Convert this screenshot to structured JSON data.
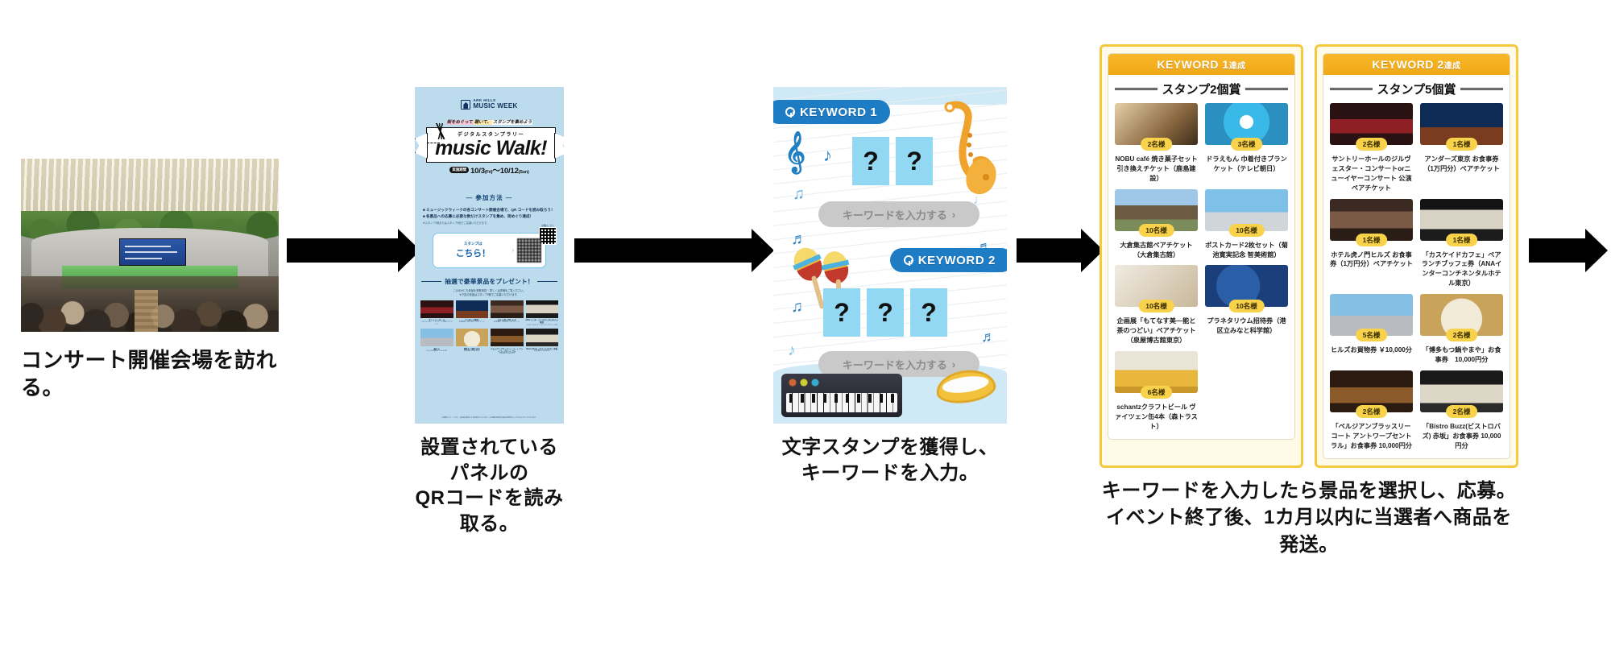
{
  "steps": [
    {
      "caption": "コンサート開催会場を訪れる。"
    },
    {
      "caption_line1": "設置されているパネルの",
      "caption_line2": "QRコードを読み取る。"
    },
    {
      "caption_line1": "文字スタンプを獲得し、",
      "caption_line2": "キーワードを入力。"
    },
    {
      "caption_line1": "キーワードを入力したら景品を選択し、応募。",
      "caption_line2": "イベント終了後、1カ月以内に当選者へ商品を発送。"
    }
  ],
  "poster": {
    "brand_line1": "ARK HILLS",
    "brand_line2": "MUSIC WEEK",
    "tagline_a": "街をめぐって",
    "tagline_b": "聴いて、",
    "tagline_c": "スタンプを集めよう",
    "subtitle": "デジタルスタンプラリー",
    "title": "music Walk!",
    "period_tag": "実施期間",
    "period_from": "10/3",
    "period_from_day": "(Fri)",
    "period_tilde": "〜",
    "period_to": "10/12",
    "period_to_day": "(Sun)",
    "howto_head": "— 参加方法 —",
    "howto_1": "■ ミュージックウィークの各コンサート開催会場で、QR コードを読み取ろう！",
    "howto_2": "■ 各景品への応募に必要な数だけスタンプを集め、街めぐり達成！",
    "howto_note": "※スタンプ2個またはスタンプ5個でご応募いただけます。",
    "qr_caption": "詳細はこちら",
    "stamp_card_line1": "スタンプは",
    "stamp_card_line2": "こちら！",
    "prize_head": "抽選で豪華景品をプレゼント！",
    "prize_note_1": "このほかにも景品を多数用意！ 詳しくは詳細をご覧ください。",
    "prize_note_2": "※下記の景品はスタンプ5個でご応募いただけます。",
    "prizes": [
      {
        "name": "サントリーホール",
        "sub": "ジルヴェスター・コンサート公演ペアチケット",
        "thumb": "t-concert"
      },
      {
        "name": "アンダーズ東京",
        "sub": "お食事券（1万円分）ペアチケット",
        "thumb": "t-night"
      },
      {
        "name": "ホテル虎ノ門ヒルズ",
        "sub": "お食事券（1万円分）ペアチケット",
        "thumb": "t-hotel"
      },
      {
        "name": "ANAインターコンチネンタルホテル東京",
        "sub": "カスケイドカフェ ペアランチブッフェ券",
        "thumb": "t-cascade"
      },
      {
        "name": "森ビル",
        "sub": "ヒルズお買物券 ￥10,000分",
        "thumb": "t-hills"
      },
      {
        "name": "博多もつ鍋やまや",
        "sub": "お食事券 10,000円分",
        "thumb": "t-motsu"
      },
      {
        "name": "ベルジアンブラッスリーコート アントワープセントラル",
        "sub": "お食事券 10,000円分",
        "thumb": "t-belgian"
      },
      {
        "name": "Bistro Buzz（ビストロバズ）赤坂",
        "sub": "お食事券 10,000円分",
        "thumb": "t-bistro"
      }
    ],
    "footer": "※画像はイメージです。※景品は変更になる場合がございます。※当選者の発表は賞品の発送をもってかえさせていただきます。"
  },
  "app": {
    "keyword1_label": "KEYWORD 1",
    "keyword2_label": "KEYWORD 2",
    "tile_placeholder": "?",
    "keyword1_tiles": [
      "?",
      "?"
    ],
    "keyword2_tiles": [
      "?",
      "?",
      "?"
    ],
    "input_button_label": "キーワードを入力する",
    "input_button_chevron": "›"
  },
  "prize_screens": [
    {
      "banner_en": "KEYWORD 1",
      "banner_ja": "達成",
      "stamp_title": "スタンプ2個賞",
      "items": [
        {
          "badge": "2名様",
          "label": "NOBU café 焼き菓子セット引き換えチケット（鹿島建設）",
          "thumb": "t-sweets"
        },
        {
          "badge": "3名様",
          "label": "ドラえもん 巾着付きブランケット（テレビ朝日）",
          "thumb": "t-doraemon"
        },
        {
          "badge": "10名様",
          "label": "大倉集古館ペアチケット（大倉集古館）",
          "thumb": "t-okura"
        },
        {
          "badge": "10名様",
          "label": "ポストカード2枚セット（菊池寛実記念 智美術館）",
          "thumb": "t-building"
        },
        {
          "badge": "10名様",
          "label": "企画展「もてなす美―能と茶のつどい」ペアチケット（泉屋博古館東京）",
          "thumb": "t-tenasu"
        },
        {
          "badge": "10名様",
          "label": "プラネタリウム招待券（港区立みなと科学館）",
          "thumb": "t-planet"
        },
        {
          "badge": "6名様",
          "label": "schantzクラフトビール ヴァイツェン缶4本（森トラスト）",
          "thumb": "t-beer"
        }
      ]
    },
    {
      "banner_en": "KEYWORD 2",
      "banner_ja": "達成",
      "stamp_title": "スタンプ5個賞",
      "items": [
        {
          "badge": "2名様",
          "label": "サントリーホールのジルヴェスター・コンサートorニューイヤーコンサート 公演ペアチケット",
          "thumb": "t-concert"
        },
        {
          "badge": "1名様",
          "label": "アンダーズ東京 お食事券（1万円分）ペアチケット",
          "thumb": "t-night"
        },
        {
          "badge": "1名様",
          "label": "ホテル虎ノ門ヒルズ お食事券（1万円分）ペアチケット",
          "thumb": "t-hotel"
        },
        {
          "badge": "1名様",
          "label": "「カスケイドカフェ」ペアランチブッフェ券（ANAインターコンチネンタルホテル東京）",
          "thumb": "t-cascade"
        },
        {
          "badge": "5名様",
          "label": "ヒルズお買物券 ￥10,000分",
          "thumb": "t-hills"
        },
        {
          "badge": "2名様",
          "label": "「博多もつ鍋やまや」お食事券　10,000円分",
          "thumb": "t-motsu"
        },
        {
          "badge": "2名様",
          "label": "「ベルジアンブラッスリーコート アントワープセントラル」お食事券 10,000円分",
          "thumb": "t-belgian"
        },
        {
          "badge": "2名様",
          "label": "「Bistro Buzz(ビストロバズ) 赤坂」お食事券 10,000円分",
          "thumb": "t-bistro"
        }
      ]
    }
  ],
  "colors": {
    "arrow": "#000000",
    "poster_bg": "#bcdcee",
    "keyword_pill": "#1d7cc4",
    "tile": "#93d8f2",
    "banner": "#f7b828",
    "phone_frame": "#f5c93e",
    "badge": "#f7d24a"
  }
}
